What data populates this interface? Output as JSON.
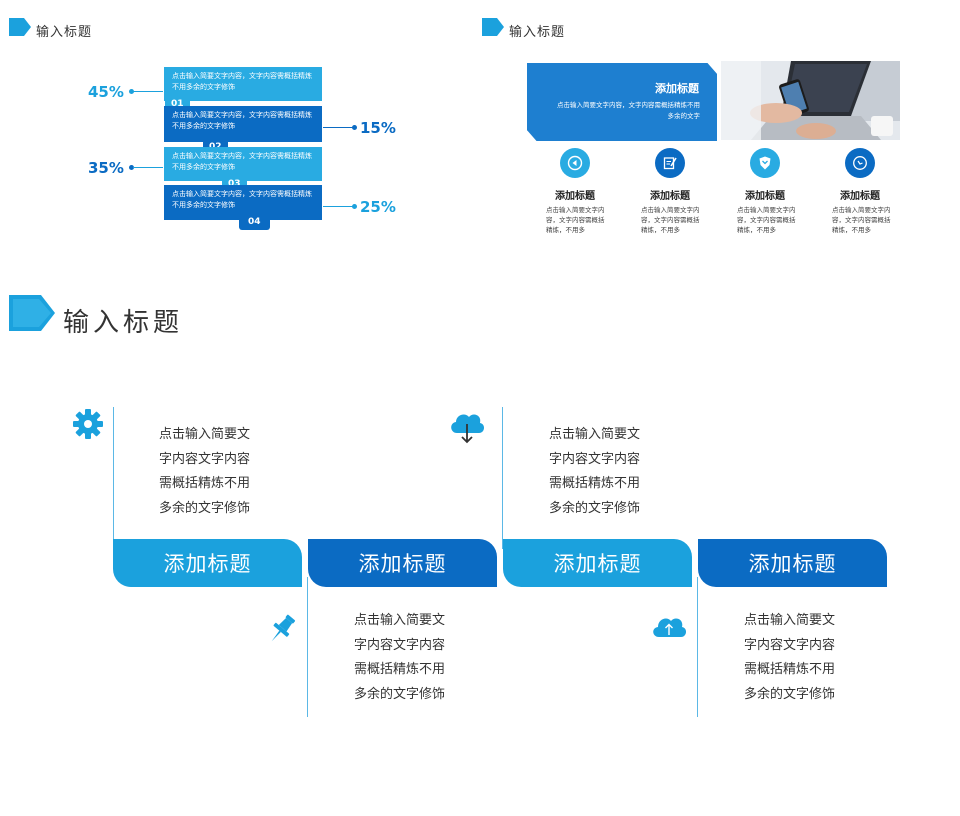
{
  "slide1": {
    "title": "输入标题",
    "steps": [
      {
        "text": "点击输入简要文字内容，文字内容需概括精炼不用多余的文字修饰",
        "num": "01"
      },
      {
        "text": "点击输入简要文字内容，文字内容需概括精炼不用多余的文字修饰",
        "num": "02"
      },
      {
        "text": "点击输入简要文字内容，文字内容需概括精炼不用多余的文字修饰",
        "num": "03"
      },
      {
        "text": "点击输入简要文字内容，文字内容需概括精炼不用多余的文字修饰",
        "num": "04"
      }
    ],
    "percents": {
      "p1": "45%",
      "p2": "15%",
      "p3": "35%",
      "p4": "25%"
    }
  },
  "slide2": {
    "title": "输入标题",
    "banner_title": "添加标题",
    "banner_text": "点击输入简要文字内容，文字内容需概括精炼不用多余的文字",
    "features": [
      {
        "title": "添加标题",
        "text": "点击输入简要文字内容，文字内容需概括精炼，不用多",
        "icon": "play-icon"
      },
      {
        "title": "添加标题",
        "text": "点击输入简要文字内容，文字内容需概括精炼，不用多",
        "icon": "edit-icon"
      },
      {
        "title": "添加标题",
        "text": "点击输入简要文字内容，文字内容需概括精炼，不用多",
        "icon": "shield-icon"
      },
      {
        "title": "添加标题",
        "text": "点击输入简要文字内容，文字内容需概括精炼，不用多",
        "icon": "clock-icon"
      }
    ]
  },
  "slide3": {
    "title": "输入标题",
    "cards": [
      {
        "label": "添加标题",
        "desc": [
          "点击输入简要文",
          "字内容文字内容",
          "需概括精炼不用",
          "多余的文字修饰"
        ],
        "icon": "gear-icon"
      },
      {
        "label": "添加标题",
        "desc": [
          "点击输入简要文",
          "字内容文字内容",
          "需概括精炼不用",
          "多余的文字修饰"
        ],
        "icon": "pin-icon"
      },
      {
        "label": "添加标题",
        "desc": [
          "点击输入简要文",
          "字内容文字内容",
          "需概括精炼不用",
          "多余的文字修饰"
        ],
        "icon": "cloud-download-icon"
      },
      {
        "label": "添加标题",
        "desc": [
          "点击输入简要文",
          "字内容文字内容",
          "需概括精炼不用",
          "多余的文字修饰"
        ],
        "icon": "cloud-upload-icon"
      }
    ]
  },
  "colors": {
    "light_blue": "#1ba1dd",
    "dark_blue": "#0b6bc3",
    "banner_blue": "#1e7fd0"
  }
}
